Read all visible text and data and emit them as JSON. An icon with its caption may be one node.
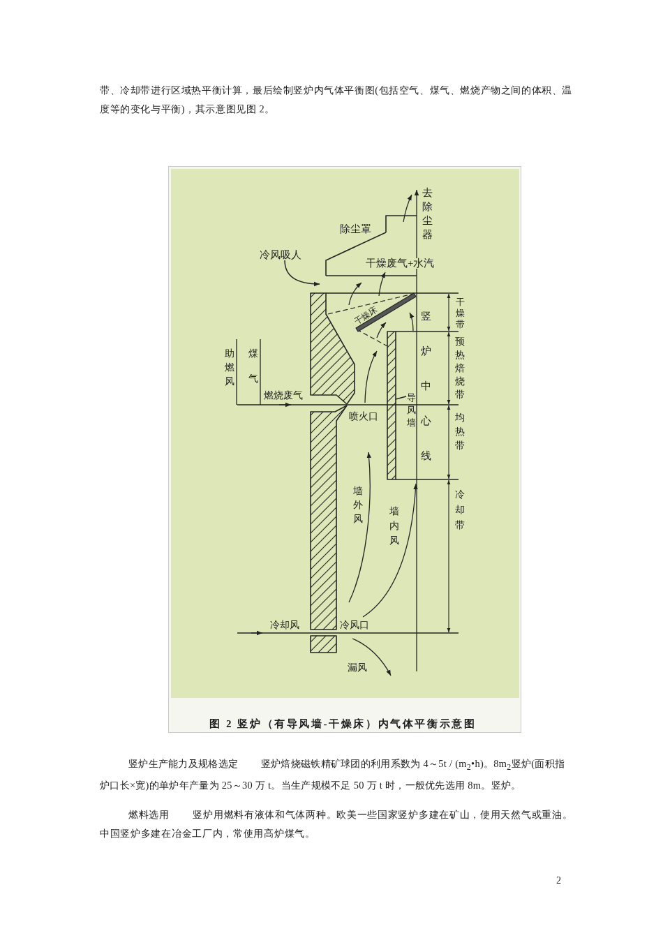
{
  "diagram": {
    "caption": "图 2  竖炉（有导风墙-干燥床）内气体平衡示意图",
    "nodes": [
      {
        "text": [
          "冷风吸人"
        ]
      },
      {
        "text": [
          "导风墙"
        ]
      }
    ],
    "edges": [
      {
        "from": 0,
        "to": null,
        "arrow": "to"
      },
      {
        "from": 1,
        "to": null,
        "arrow": "none"
      }
    ],
    "labels": [
      "带、冷却带进行区域热平衡计算，最后绘制竖炉内气体平衡图(包括空气、煤气、燃烧产物之间的体积、温度等的变化与平衡)，其示意图见图 2。",
      "去除尘器",
      "除尘罩",
      "干燥废气+水汽",
      "干燥床",
      "干燥带",
      "竖炉中心线",
      "预热焙烧带",
      "助燃风",
      "煤气",
      "燃烧废气",
      "喷火口",
      "均热带",
      "墙外风",
      "墙内风",
      "冷却带",
      "冷却风",
      "冷风口",
      "漏风",
      "竖炉生产能力及规格选定　　  竖炉焙烧磁铁精矿球团的利用系数为 4～5t / (m$_{2}$•h)。8m$_{2}$竖炉(面积指炉口长×宽)的单炉年产量为 25～30 万 t。当生产规模不足 50 万 t 时，一般优先选用 8m。竖炉。",
      "燃料选用　　  竖炉用燃料有液体和气体两种。欧美一些国家竖炉多建在矿山，使用天然气或重油。中国竖炉多建在冶金工厂内，常使用高炉煤气。",
      "2"
    ]
  }
}
